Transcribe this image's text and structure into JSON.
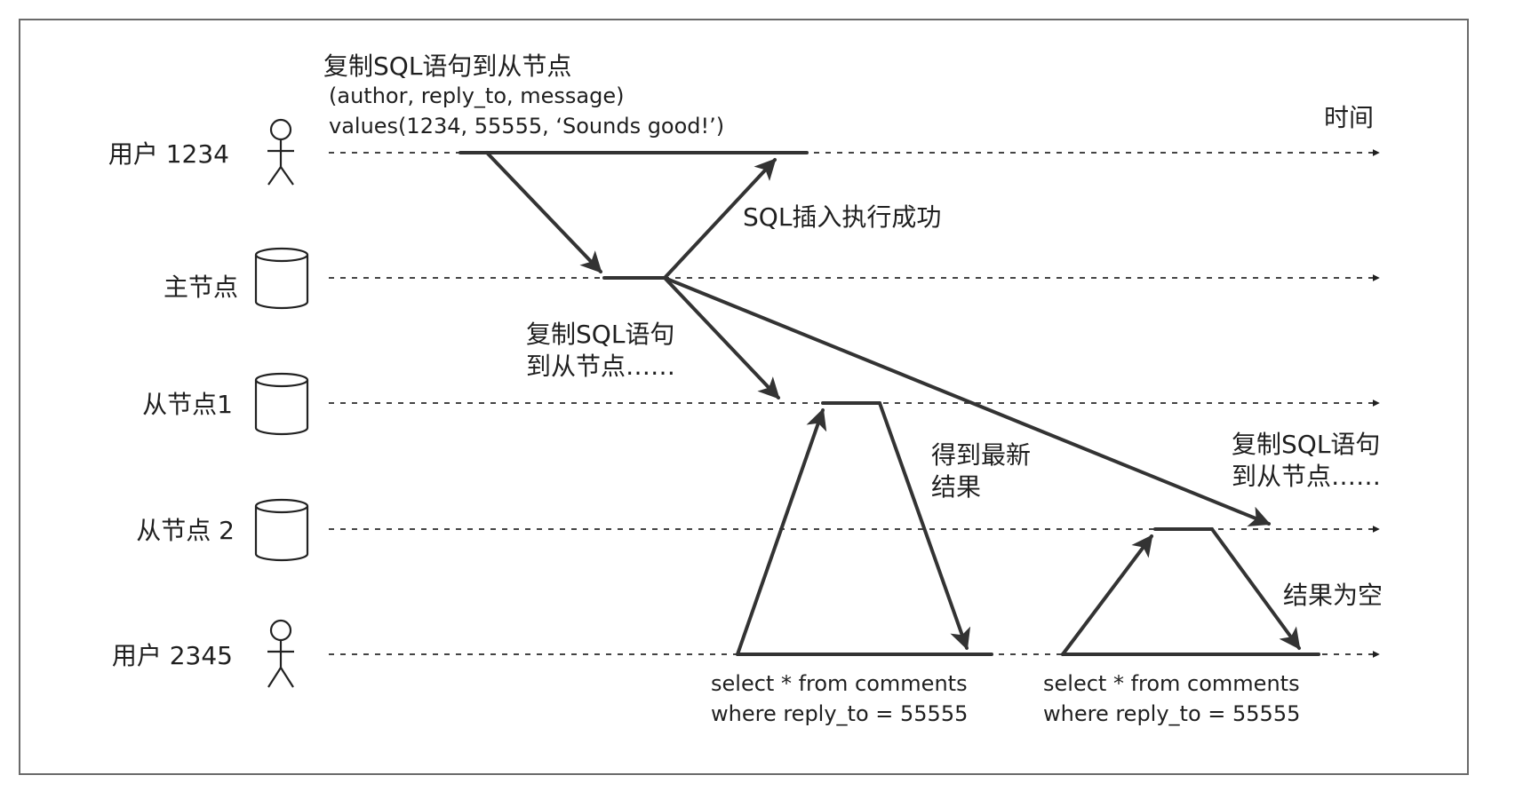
{
  "diagram": {
    "time_label": "时间",
    "lanes": [
      {
        "id": "user1234",
        "label": "用户 1234",
        "icon": "user-icon"
      },
      {
        "id": "leader",
        "label": "主节点",
        "icon": "database-icon"
      },
      {
        "id": "follower1",
        "label": "从节点1",
        "icon": "database-icon"
      },
      {
        "id": "follower2",
        "label": "从节点 2",
        "icon": "database-icon"
      },
      {
        "id": "user2345",
        "label": "用户 2345",
        "icon": "user-icon"
      }
    ],
    "insert_statement": {
      "line1": "复制SQL语句到从节点",
      "line2": "(author, reply_to, message)",
      "line3": "values(1234, 55555, ‘Sounds good!’)"
    },
    "insert_success": "SQL插入执行成功",
    "replicate_to_follower1": {
      "line1": "复制SQL语句",
      "line2": "到从节点……"
    },
    "replicate_to_follower2": {
      "line1": "复制SQL语句",
      "line2": "到从节点……"
    },
    "latest_result": {
      "line1": "得到最新",
      "line2": "结果"
    },
    "empty_result": "结果为空",
    "query1": {
      "line1": "select * from comments",
      "line2": "where reply_to = 55555"
    },
    "query2": {
      "line1": "select * from comments",
      "line2": "where reply_to = 55555"
    }
  }
}
